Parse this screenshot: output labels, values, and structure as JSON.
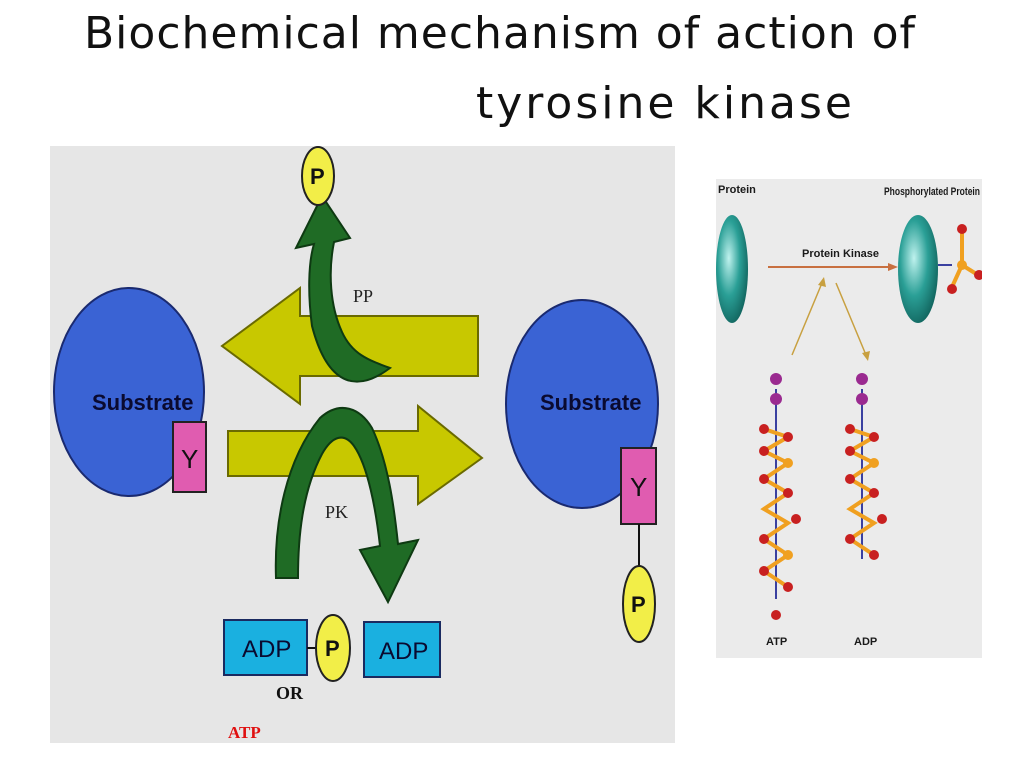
{
  "slide": {
    "title_line_1": "Biochemical mechanism of action of",
    "title_line_2": "tyrosine kinase"
  },
  "left_diagram": {
    "substrate_left": "Substrate",
    "substrate_right": "Substrate",
    "tyrosine_left": "Y",
    "tyrosine_right": "Y",
    "phosphate_top": "P",
    "phosphate_bottom": "P",
    "phosphate_right": "P",
    "phosphatase_label": "PP",
    "kinase_label": "PK",
    "adp_left": "ADP",
    "adp_right": "ADP",
    "or_label": "OR",
    "atp_label": "ATP",
    "colors": {
      "substrate": "#3a63d4",
      "tyrosine": "#e05cb0",
      "phosphate": "#f2ee48",
      "arrow_yellow": "#c8c800",
      "arrow_green": "#1f6b25",
      "adp_box": "#1ab0e0",
      "atp_text": "#e01010"
    }
  },
  "right_diagram": {
    "protein_label": "Protein",
    "phosphorylated_label": "Phosphorylated Protein",
    "kinase_label": "Protein Kinase",
    "atp_label": "ATP",
    "adp_label": "ADP",
    "colors": {
      "protein": "#2a9f96",
      "atom_orange": "#f0a020",
      "atom_red": "#c82020",
      "atom_purple": "#9a2a90"
    }
  }
}
